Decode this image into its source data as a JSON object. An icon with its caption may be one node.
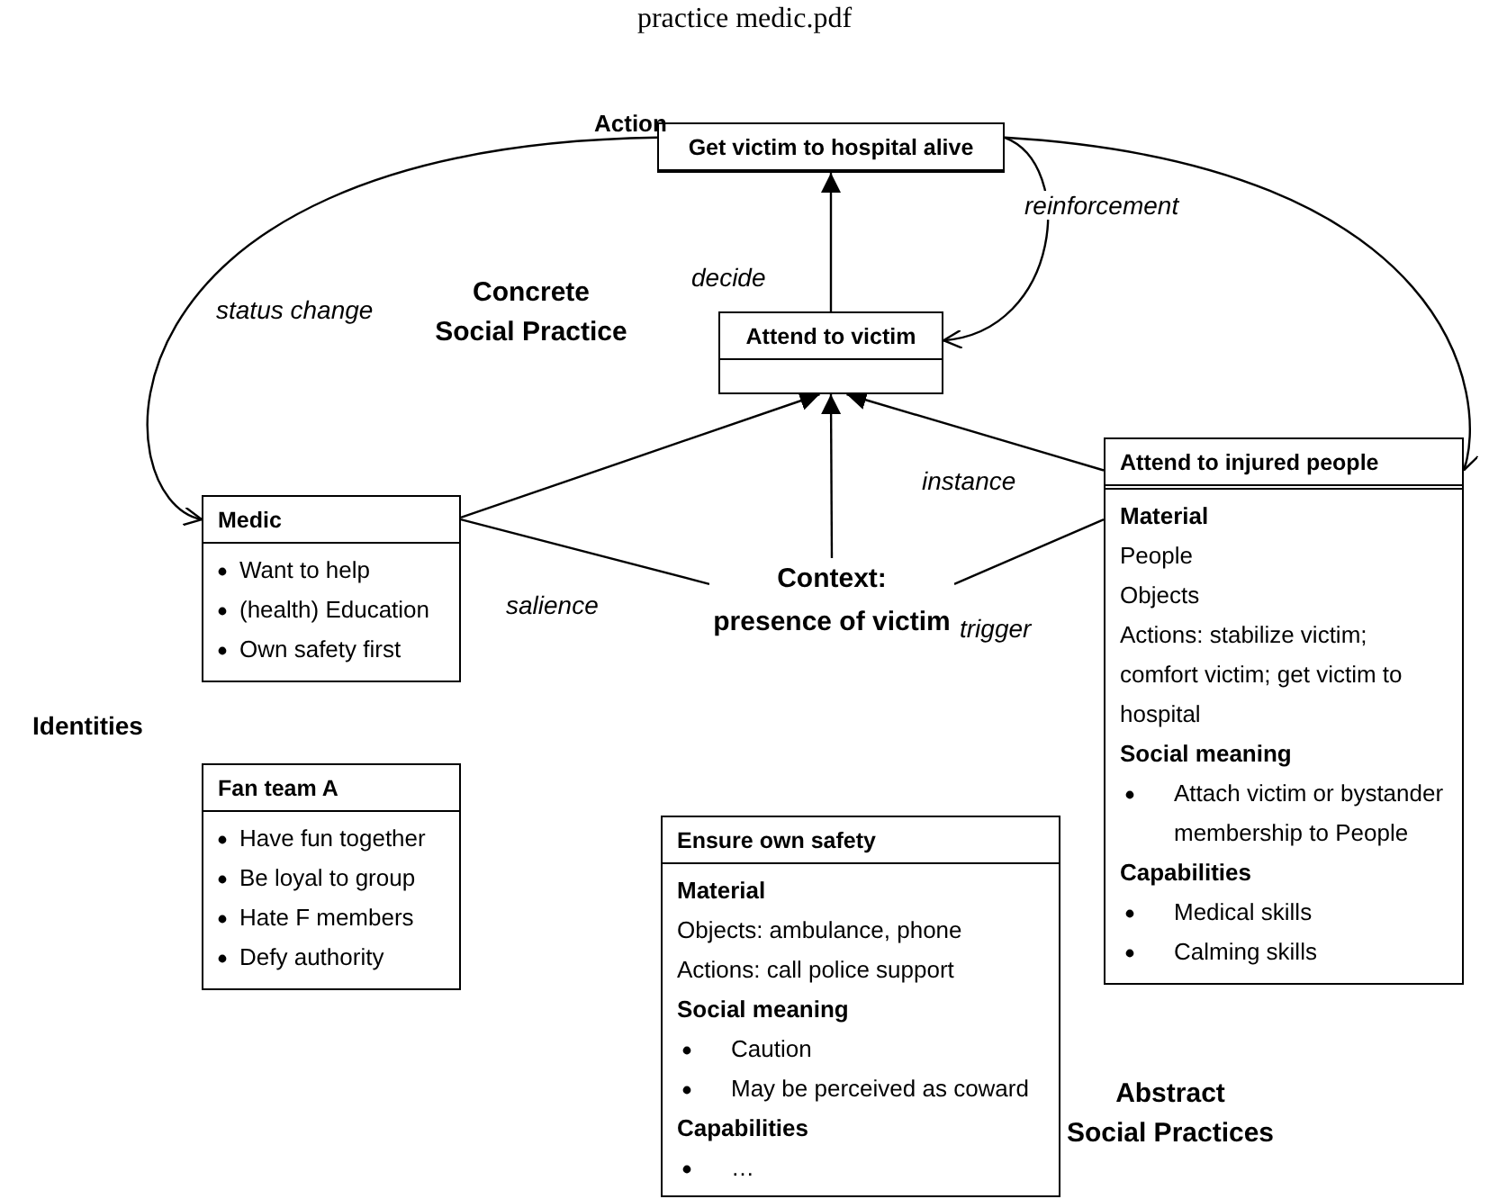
{
  "diagram": {
    "title": "practice medic.pdf",
    "nodes": [
      {
        "text": [
          "Get victim to hospital alive"
        ]
      },
      {
        "text": [
          "Attend to victim"
        ]
      },
      {
        "text": [
          "Medic",
          "Want to help",
          "(health) Education",
          "Own safety first"
        ]
      },
      {
        "text": [
          "Context: presence of victim"
        ]
      },
      {
        "text": [
          "Attend to injured people",
          "Material",
          "People",
          "Objects",
          "Actions: stabilize victim; comfort victim; get victim to hospital",
          "Social meaning",
          "Attach victim or bystander membership to People",
          "Capabilities",
          "Medical skills",
          "Calming skills"
        ]
      },
      {
        "text": [
          "Fan team A",
          "Have fun together",
          "Be loyal to group",
          "Hate F members",
          "Defy authority"
        ]
      },
      {
        "text": [
          "Ensure own safety",
          "Material",
          "Objects: ambulance, phone",
          "Actions: call police support",
          "Social meaning",
          "Caution",
          "May be perceived as coward",
          "Capabilities",
          "…"
        ]
      }
    ],
    "edges": [
      {
        "from": 1,
        "to": 0,
        "arrow": "to",
        "label": "decide"
      },
      {
        "from": 0,
        "to": 1,
        "arrow": "to",
        "label": "reinforcement"
      },
      {
        "from": 0,
        "to": 2,
        "arrow": "to",
        "label": "status change"
      },
      {
        "from": 0,
        "to": 4,
        "arrow": "to"
      },
      {
        "from": 2,
        "to": 1,
        "arrow": "to"
      },
      {
        "from": 3,
        "to": 1,
        "arrow": "to"
      },
      {
        "from": 4,
        "to": 1,
        "arrow": "to",
        "label": "instance"
      },
      {
        "from": 2,
        "to": 3,
        "arrow": "none",
        "label": "salience"
      },
      {
        "from": 4,
        "to": 3,
        "arrow": "none",
        "label": "trigger"
      }
    ],
    "labels": [
      "Action",
      "Concrete Social Practice",
      "Identities",
      "Abstract Social Practices"
    ]
  }
}
